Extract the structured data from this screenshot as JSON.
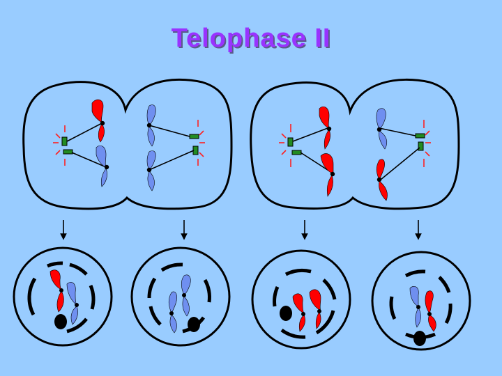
{
  "title": "Telophase II",
  "colors": {
    "background": "#99ccff",
    "title": "#9933ff",
    "chromosome_red": "#ff0000",
    "chromosome_blue": "#6f8ff0",
    "centriole": "#228b22",
    "aster": "#ff2020"
  },
  "icons": [
    "dividing-cell",
    "centriole",
    "chromosome",
    "nuclear-envelope",
    "nucleolus",
    "arrow-down"
  ]
}
